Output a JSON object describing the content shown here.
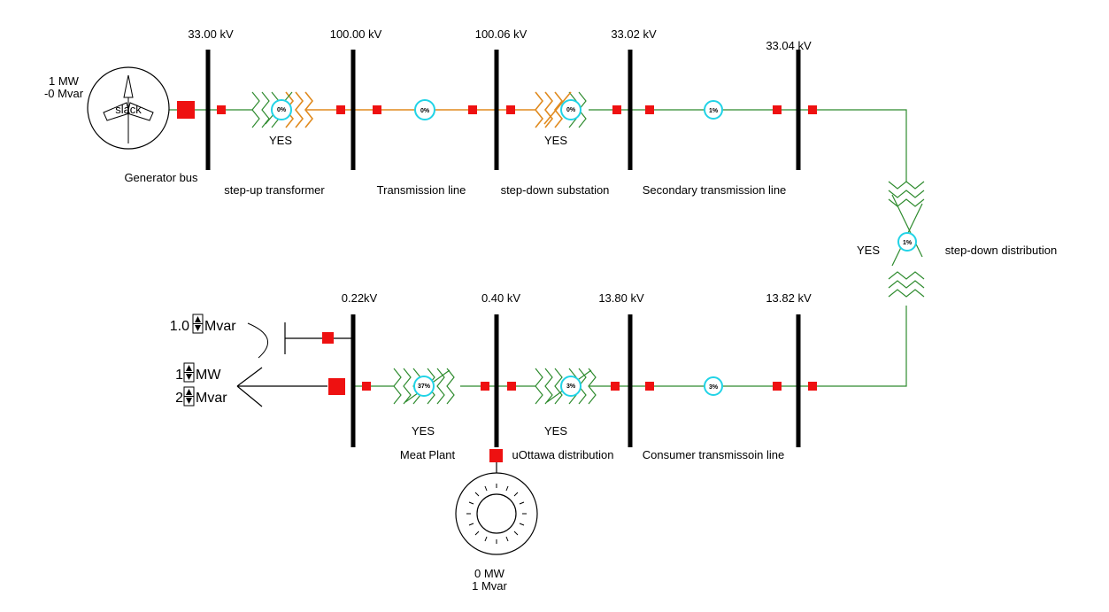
{
  "buses": {
    "gen": {
      "voltage": "33.00 kV",
      "name": "Generator bus"
    },
    "tx_hi": {
      "voltage": "100.00 kV"
    },
    "sd_hi": {
      "voltage": "100.06 kV"
    },
    "sd_lo": {
      "voltage": "33.02 kV"
    },
    "sec_end": {
      "voltage": "33.04 kV"
    },
    "cons_end": {
      "voltage": "13.82 kV"
    },
    "cons_start": {
      "voltage": "13.80 kV"
    },
    "uottawa": {
      "voltage": "0.40 kV"
    },
    "meat": {
      "voltage": "0.22kV"
    }
  },
  "generator": {
    "mw": "1 MW",
    "mvar": "-0 Mvar",
    "label": "slack"
  },
  "elements": {
    "stepup": {
      "name": "step-up transformer",
      "pct": "0%",
      "status": "YES"
    },
    "transline": {
      "name": "Transmission line",
      "pct": "0%"
    },
    "stepdown_sub": {
      "name": "step-down substation",
      "pct": "0%",
      "status": "YES"
    },
    "secondary": {
      "name": "Secondary transmission line",
      "pct": "1%"
    },
    "stepdown_dist": {
      "name": "step-down distribution",
      "pct": "1%",
      "status": "YES"
    },
    "consumer": {
      "name": "Consumer transmissoin line",
      "pct": "3%"
    },
    "uottawa_tx": {
      "name": "uOttawa distribution",
      "pct": "3%",
      "status": "YES"
    },
    "meat_tx": {
      "name": "Meat Plant",
      "pct": "37%",
      "status": "YES"
    }
  },
  "capacitor": {
    "value": "1.0",
    "unit": "Mvar"
  },
  "load": {
    "mw_value": "1",
    "mw_unit": "MW",
    "mvar_value": "2",
    "mvar_unit": "Mvar"
  },
  "motor": {
    "mw": "0 MW",
    "mvar": "1 Mvar"
  },
  "colors": {
    "line": "#2e8b2e",
    "hv": "#e08a1e",
    "breaker": "#ee1111",
    "gauge": "#22d3e6"
  }
}
